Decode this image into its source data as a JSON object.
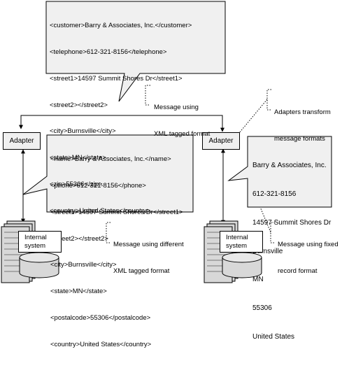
{
  "top_message": {
    "lines": [
      "<customer>Barry & Associates, Inc.</customer>",
      "<telephone>612-321-8156</telephone>",
      "<street1>14597 Summit Shores Dr</street1>",
      "<street2></street2>",
      "<city>Burnsville</city>",
      "<state>MN</state>",
      "<zip>55306</zip>",
      "<country>United States</country>"
    ]
  },
  "left_message": {
    "lines": [
      "<name>Barry & Associates, Inc.</name>",
      "<phone>612-321-8156</phone>",
      "<street1>14597 Summit Shores Dr</street1>",
      "<street2></street2>",
      "<city>Burnsville</city>",
      "<state>MN</state>",
      "<postalcode>55306</postalcode>",
      "<country>United States</country>"
    ]
  },
  "right_message": {
    "lines": [
      "Barry & Associates, Inc.",
      "612-321-8156",
      "14597 Summit Shores Dr",
      "Burnsville",
      "MN",
      "55306",
      "United States"
    ]
  },
  "adapters": {
    "left_label": "Adapter",
    "right_label": "Adapter"
  },
  "systems": {
    "left": {
      "line1": "Internal",
      "line2": "system"
    },
    "right": {
      "line1": "Internal",
      "line2": "system"
    }
  },
  "annotations": {
    "xml_tagged": {
      "line1": "Message using",
      "line2": "XML tagged format"
    },
    "adapters_transform": {
      "line1": "Adapters transform",
      "line2": "message formats"
    },
    "different_xml": {
      "line1": "Message using different",
      "line2": "XML tagged format"
    },
    "fixed_record": {
      "line1": "Message using fixed",
      "line2": "record format"
    }
  },
  "colors": {
    "bubble_fill": "#f0f0f0",
    "stroke": "#000000",
    "server_fill": "#d8d8d8"
  }
}
